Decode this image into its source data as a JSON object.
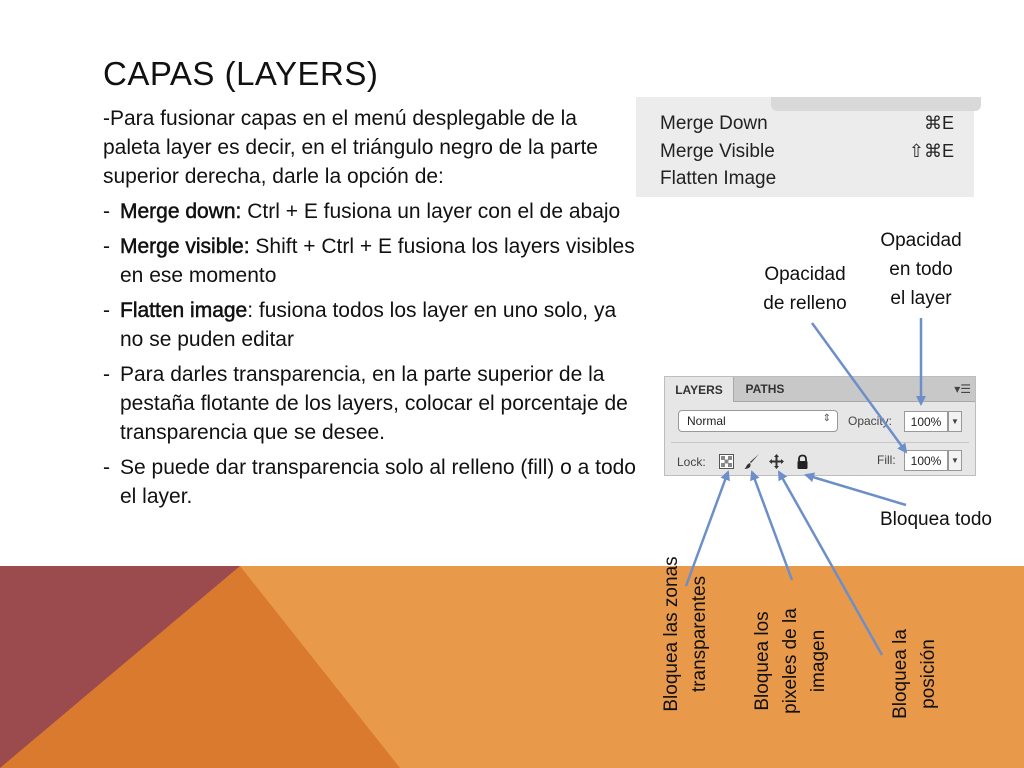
{
  "slide": {
    "title": "CAPAS (LAYERS)",
    "intro": "-Para fusionar capas en el menú desplegable de la paleta layer es decir, en el triángulo negro de la parte superior derecha, darle la opción de:",
    "bullets": [
      {
        "dash": "-",
        "keyword": "Merge down:",
        "text": " Ctrl + E fusiona un layer con el de abajo"
      },
      {
        "dash": "-",
        "keyword": "Merge visible:",
        "text": " Shift + Ctrl + E fusiona los layers visibles en ese momento"
      },
      {
        "dash": "-",
        "keyword": "Flatten image",
        "text": ": fusiona todos los layer en uno solo, ya no se puden editar"
      },
      {
        "dash": "-",
        "text": "Para darles transparencia, en la parte superior de la pestaña flotante de los layers, colocar el porcentaje de transparencia que se desee."
      },
      {
        "dash": "-",
        "text": "Se puede dar transparencia solo al relleno (fill) o a todo el layer."
      }
    ]
  },
  "merge_menu": {
    "items": [
      {
        "label": "Merge Down",
        "shortcut": "⌘E"
      },
      {
        "label": "Merge Visible",
        "shortcut": "⇧⌘E"
      },
      {
        "label": "Flatten Image",
        "shortcut": ""
      }
    ]
  },
  "layers_panel": {
    "tabs": [
      "LAYERS",
      "PATHS"
    ],
    "blend_mode": "Normal",
    "opacity_label": "Opacity:",
    "opacity_value": "100%",
    "lock_label": "Lock:",
    "fill_label": "Fill:",
    "fill_value": "100%",
    "lock_icons": [
      "lock-transparent-pixels-icon",
      "lock-image-pixels-icon",
      "lock-position-icon",
      "lock-all-icon"
    ]
  },
  "annotations": {
    "opacidad_todo": [
      "Opacidad",
      "en todo",
      "el layer"
    ],
    "opacidad_relleno": [
      "Opacidad",
      "de relleno"
    ],
    "bloquea_todo": "Bloquea todo",
    "bloquea_transparentes": [
      "Bloquea las zonas",
      "transparentes"
    ],
    "bloquea_pixeles": [
      "Bloquea los",
      "pixeles de la",
      "imagen"
    ],
    "bloquea_posicion": [
      "Bloquea la",
      "posición"
    ]
  },
  "colors": {
    "orange_band": "#E8994A",
    "dark_orange": "#D97A2E",
    "maroon": "#9B4A4E",
    "arrow": "#6D8FC9"
  }
}
